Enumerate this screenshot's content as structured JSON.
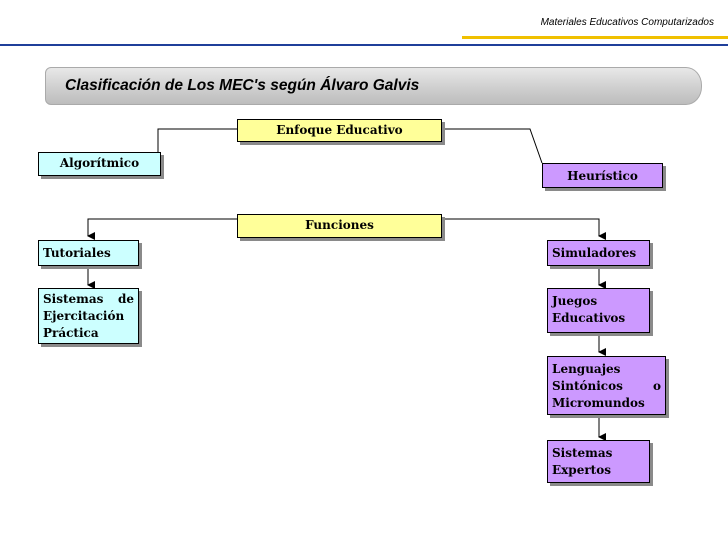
{
  "header": {
    "subtitle": "Materiales Educativos Computarizados"
  },
  "banner": {
    "title": "Clasificación de Los MEC's según Álvaro Galvis"
  },
  "nodes": {
    "enfoque": "Enfoque Educativo",
    "algoritmico": "Algorítmico",
    "heuristico": "Heurístico",
    "funciones": "Funciones",
    "tutoriales": "Tutoriales",
    "sistemas_ejercitacion": [
      "Sistemas de",
      "Ejercitación",
      "Práctica"
    ],
    "simuladores": "Simuladores",
    "juegos": [
      "Juegos",
      "Educativos"
    ],
    "lenguajes": [
      "Lenguajes",
      "Sintónicos o",
      "Micromundos"
    ],
    "sistemas_expertos": [
      "Sistemas",
      "Expertos"
    ]
  },
  "colors": {
    "yellow": "#ffff99",
    "cyan": "#ccffff",
    "purple": "#cc99ff",
    "accent_blue": "#1f3f9a",
    "accent_gold": "#f0c000"
  }
}
